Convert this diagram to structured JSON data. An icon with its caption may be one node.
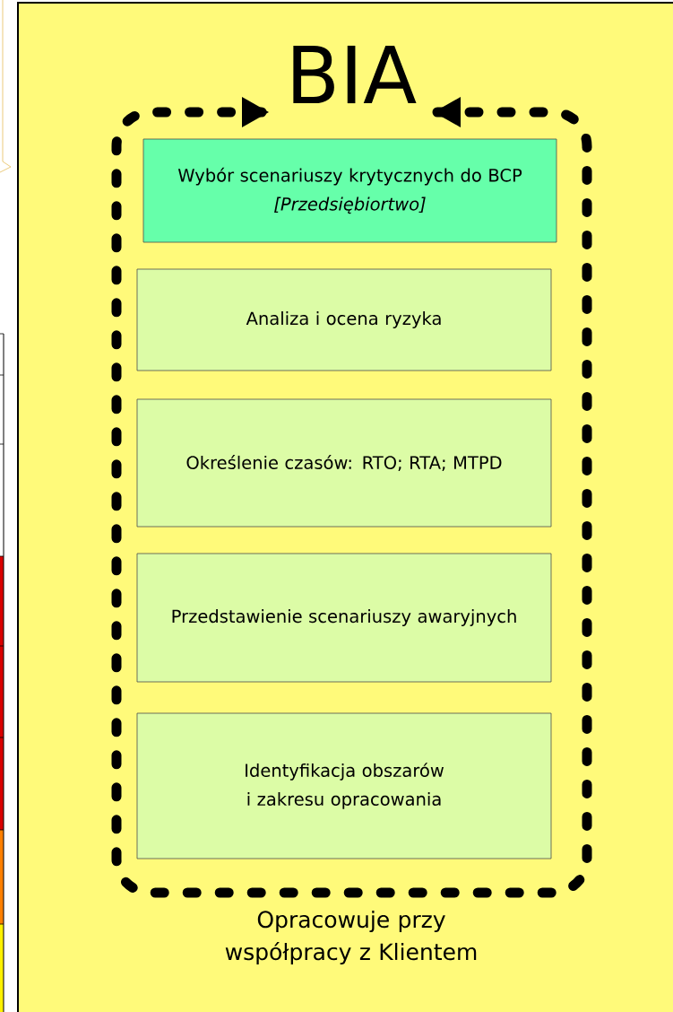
{
  "diagram": {
    "nodes": [
      {
        "text": [
          "Opracowuje przy współpracy z Klientem"
        ]
      },
      {
        "text": [
          "BIA"
        ],
        "in": 0
      },
      {
        "text": [
          "Wybór scenariuszy krytycznych do BCP",
          "[Przedsiębiortwo]"
        ],
        "in": 1
      },
      {
        "text": [
          "Analiza i ocena ryzyka"
        ],
        "in": 1
      },
      {
        "text": [
          "Określenie czasów: RTO; RTA; MTPD"
        ],
        "in": 1
      },
      {
        "text": [
          "Przedstawienie scenariuszy awaryjnych"
        ],
        "in": 1
      },
      {
        "text": [
          "Identyfikacja obszarów i zakresu opracowania"
        ],
        "in": 1
      }
    ]
  }
}
